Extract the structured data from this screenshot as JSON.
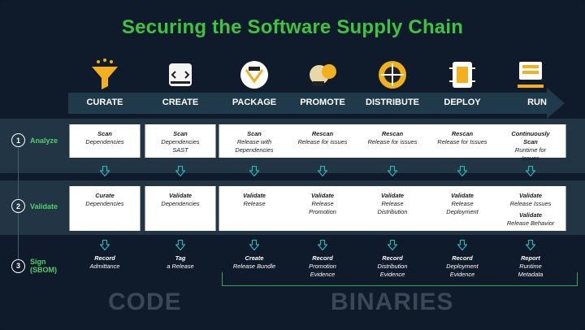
{
  "title": "Securing the Software Supply Chain",
  "stages": [
    "CURATE",
    "CREATE",
    "PACKAGE",
    "PROMOTE",
    "DISTRIBUTE",
    "DEPLOY",
    "RUN"
  ],
  "icons": [
    "funnel-icon",
    "code-icon",
    "package-icon",
    "promote-icon",
    "distribute-icon",
    "deploy-icon",
    "run-icon"
  ],
  "rows": [
    {
      "num": "1",
      "label": "Analyze"
    },
    {
      "num": "2",
      "label": "Validate"
    },
    {
      "num": "3",
      "label": "Sign\n(SBOM)"
    }
  ],
  "analyze": [
    {
      "b": "Scan",
      "t": "Dependencies"
    },
    {
      "b": "Scan",
      "t": "Dependencies\nSAST"
    },
    {
      "b": "Scan",
      "t": "Release with\nDependencies"
    },
    {
      "b": "Rescan",
      "t": "Release for issues"
    },
    {
      "b": "Rescan",
      "t": "Release for issues"
    },
    {
      "b": "Rescan",
      "t": "Release for Issues"
    },
    {
      "b": "Continuously\nScan",
      "t": "Runtime for\nIssues"
    }
  ],
  "validate": [
    {
      "b": "Curate",
      "t": "Dependencies"
    },
    {
      "b": "Validate",
      "t": "Dependencies"
    },
    {
      "b": "Validate",
      "t": "Release"
    },
    {
      "b": "Validate",
      "t": "Release\nPromotion"
    },
    {
      "b": "Validate",
      "t": "Release\nDistribution"
    },
    {
      "b": "Validate",
      "t": "Release\nDeployment"
    },
    {
      "b": "Validate",
      "t": "Release Issues",
      "b2": "Validate",
      "t2": "Release Behavior"
    }
  ],
  "sign": [
    {
      "b": "Record",
      "t": "Admittance"
    },
    {
      "b": "Tag",
      "t": "a Release"
    },
    {
      "b": "Create",
      "t": "Release Bundle"
    },
    {
      "b": "Record",
      "t": "Promotion\nEvidence"
    },
    {
      "b": "Record",
      "t": "Distribution\nEvidence"
    },
    {
      "b": "Record",
      "t": "Deployment\nEvidence"
    },
    {
      "b": "Report",
      "t": "Runtime\nMetadata"
    }
  ],
  "footer": {
    "code": "CODE",
    "binaries": "BINARIES"
  },
  "colors": {
    "background": "#0f1a2a",
    "band": "#223545",
    "accent": "#3fc342",
    "icon": "#f2b01e",
    "arrow": "#2fb1b8"
  }
}
